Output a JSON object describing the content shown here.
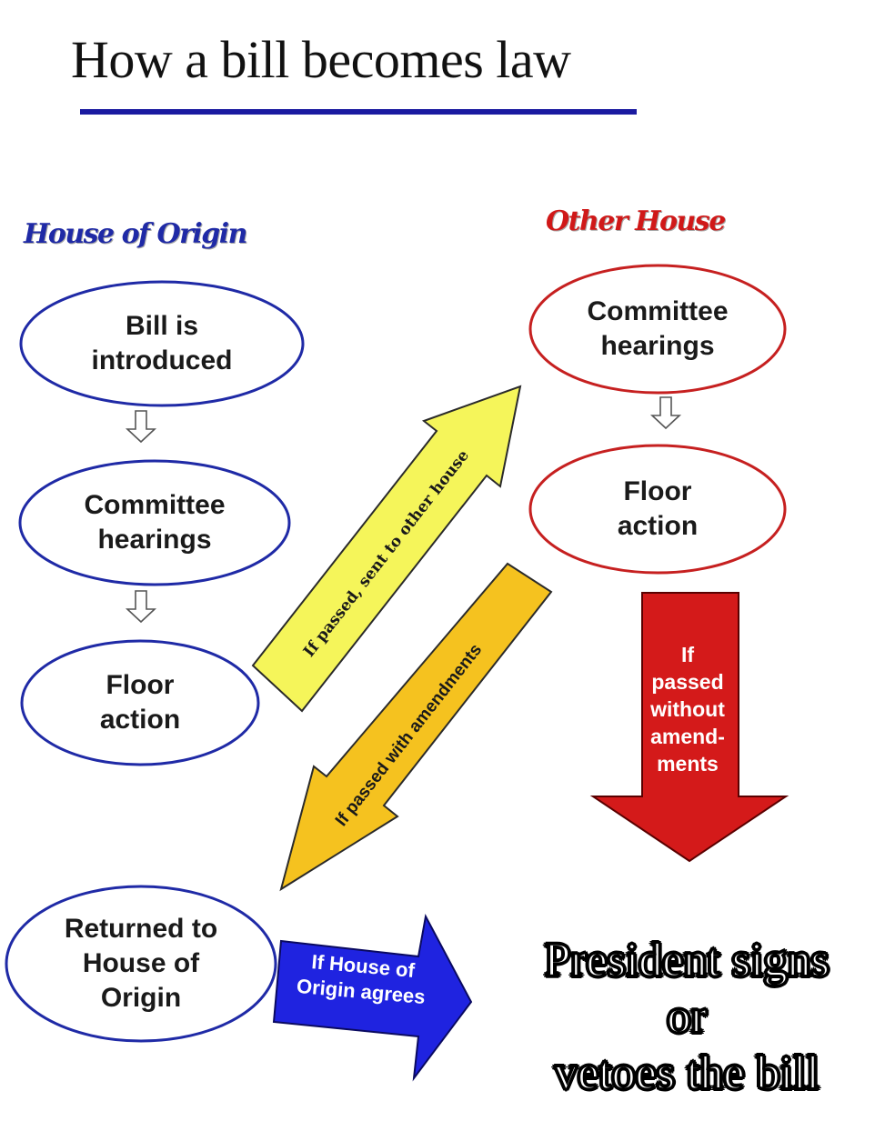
{
  "title": "How a bill becomes law",
  "columns": {
    "origin": "House of Origin",
    "other": "Other House"
  },
  "nodes": {
    "bill_introduced": "Bill is\nintroduced",
    "origin_committee": "Committee\nhearings",
    "origin_floor": "Floor\naction",
    "other_committee": "Committee\nhearings",
    "other_floor": "Floor\naction",
    "returned": "Returned to\nHouse of\nOrigin"
  },
  "arrows": {
    "sent_to_other": "If passed, sent to other house",
    "with_amendments": "If passed with amendments",
    "without_amendments": "If\npassed\nwithout\namend-\nments",
    "origin_agrees": "If House of\nOrigin agrees"
  },
  "outcome": "President signs\nor\nvetoes the bill",
  "colors": {
    "origin_blue": "#1f2aa6",
    "other_red": "#d01818",
    "yellow_arrow": "#f5f55a",
    "orange_arrow": "#f5c21f",
    "red_arrow": "#d41a1a",
    "blue_arrow": "#1f23e0"
  },
  "icons": [
    "hollow-down-arrow-icon"
  ]
}
